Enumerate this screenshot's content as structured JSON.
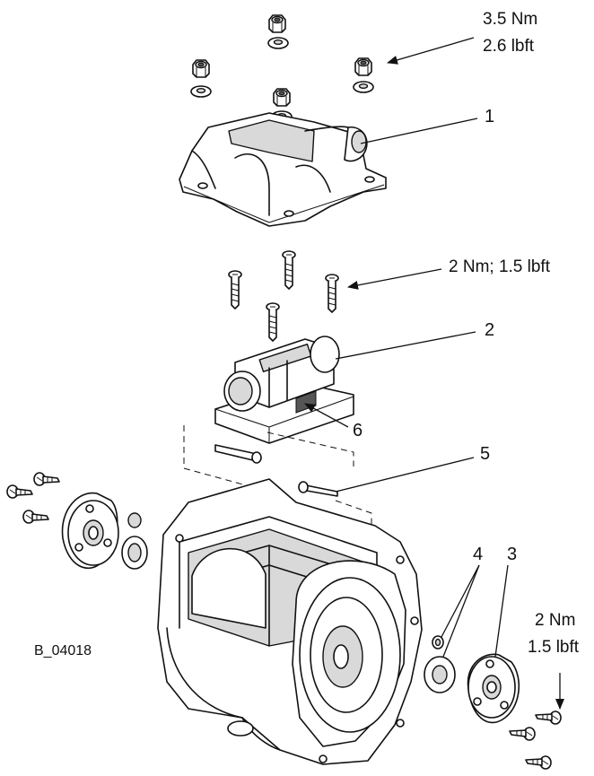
{
  "torque_labels": {
    "nuts_nm": "3.5 Nm",
    "nuts_lbft": "2.6 lbft",
    "screws": "2 Nm; 1.5 lbft",
    "end_screws_nm": "2 Nm",
    "end_screws_lbft": "1.5 lbft"
  },
  "callouts": [
    "1",
    "2",
    "6",
    "5",
    "4",
    "3"
  ],
  "figure_code": "B_04018"
}
